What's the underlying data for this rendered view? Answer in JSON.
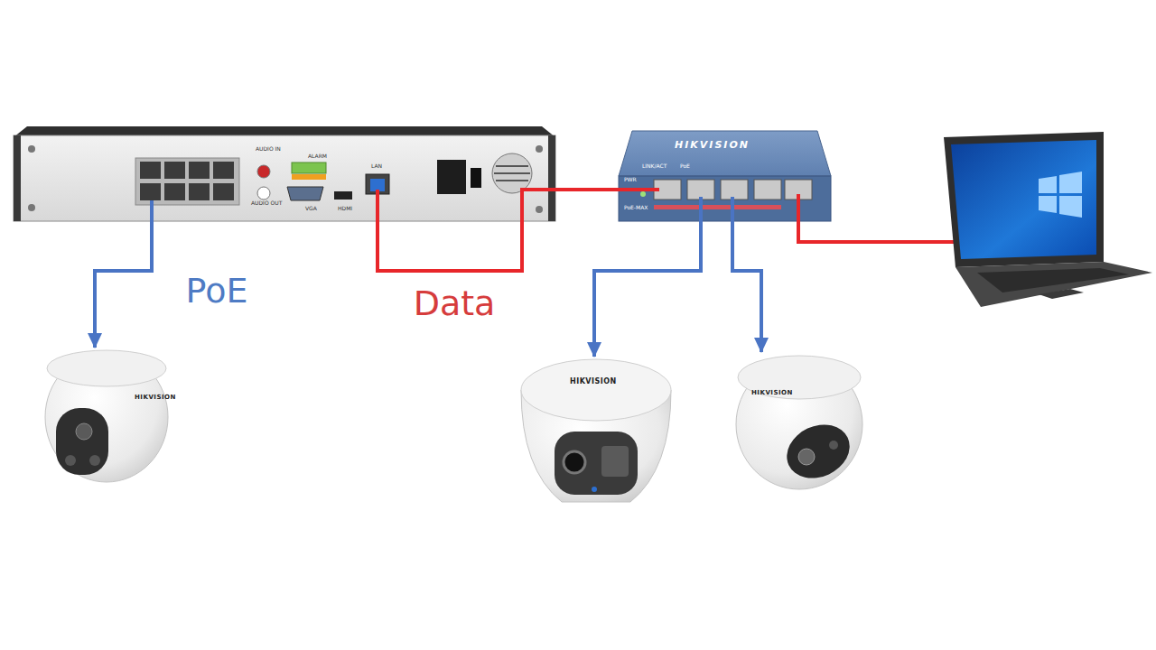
{
  "diagram": {
    "nodes": [
      {
        "text": [
          "AUDIO IN",
          "AUDIO OUT",
          "ALARM",
          "VGA",
          "HDMI",
          "LAN"
        ]
      },
      {
        "text": [
          "HIKVISION",
          "PWR",
          "LINK/ACT",
          "PoE",
          "PoE-MAX"
        ]
      },
      {
        "text": [
          "HIKVISION"
        ]
      },
      {
        "text": [
          "HIKVISION"
        ]
      },
      {
        "text": [
          "HIKVISION"
        ]
      }
    ],
    "edges": [
      {
        "from": 0,
        "to": 2,
        "arrow": "to",
        "label": "PoE"
      },
      {
        "from": 0,
        "to": 1,
        "arrow": "none",
        "label": "Data"
      },
      {
        "from": 1,
        "to": 3,
        "arrow": "to"
      },
      {
        "from": 1,
        "to": 4,
        "arrow": "to"
      }
    ]
  }
}
